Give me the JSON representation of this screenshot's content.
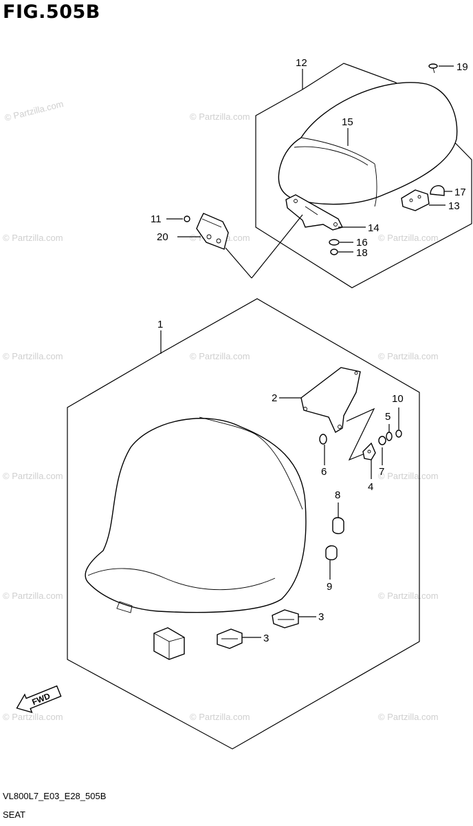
{
  "header": {
    "title": "FIG.505B"
  },
  "footer": {
    "code": "VL800L7_E03_E28_505B",
    "subtitle": "SEAT"
  },
  "watermark": {
    "text": "© Partzilla.com"
  },
  "callouts": [
    "1",
    "2",
    "3",
    "3",
    "4",
    "5",
    "6",
    "7",
    "8",
    "9",
    "10",
    "11",
    "12",
    "13",
    "14",
    "15",
    "16",
    "17",
    "18",
    "19",
    "20"
  ],
  "fwd": {
    "label": "FWD"
  }
}
